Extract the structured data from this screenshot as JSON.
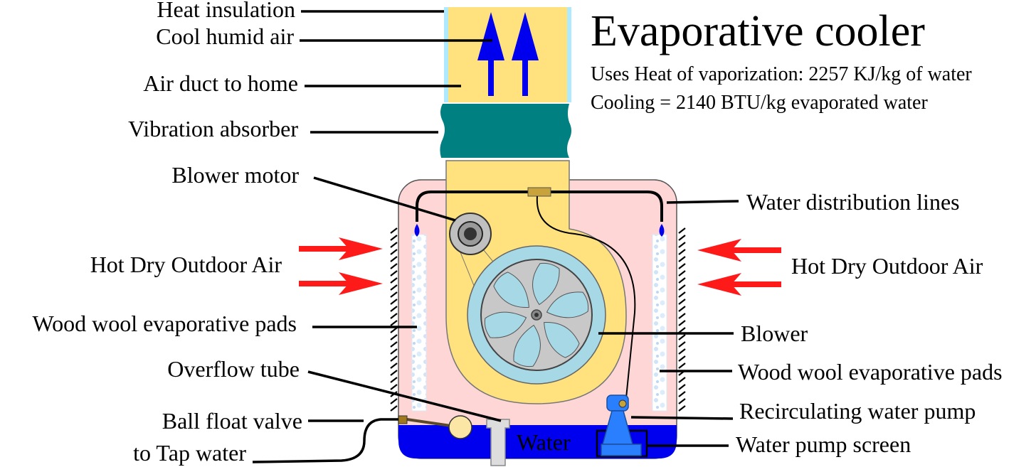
{
  "title": "Evaporative cooler",
  "subtitle_lines": [
    "Uses Heat of vaporization: 2257 KJ/kg of water",
    "Cooling = 2140 BTU/kg evaporated water"
  ],
  "labels": {
    "heat_insulation": "Heat insulation",
    "cool_humid_air": "Cool humid air",
    "air_duct": "Air duct to home",
    "vibration_absorber": "Vibration absorber",
    "blower_motor": "Blower motor",
    "hot_dry_left": "Hot Dry Outdoor Air",
    "wood_wool_left": "Wood wool evaporative pads",
    "overflow_tube": "Overflow tube",
    "ball_float_valve": "Ball float valve",
    "tap_water": "to Tap water",
    "water_distribution": "Water distribution lines",
    "hot_dry_right": "Hot Dry Outdoor Air",
    "blower": "Blower",
    "wood_wool_right": "Wood wool evaporative pads",
    "recirculating_pump": "Recirculating water pump",
    "pump_screen": "Water pump screen",
    "water": "Water"
  },
  "colors": {
    "duct_yellow": "#ffe27e",
    "insulation_blue": "#aeeaff",
    "absorber_teal": "#008080",
    "housing_pink": "#ffd6d6",
    "water_blue": "#0000ee",
    "arrow_blue": "#0000ee",
    "hot_air_red": "#ff1a1a",
    "blower_ring": "#a6d8e6",
    "pump_blue": "#2a7fff",
    "fitting_brass": "#c8a23a"
  }
}
